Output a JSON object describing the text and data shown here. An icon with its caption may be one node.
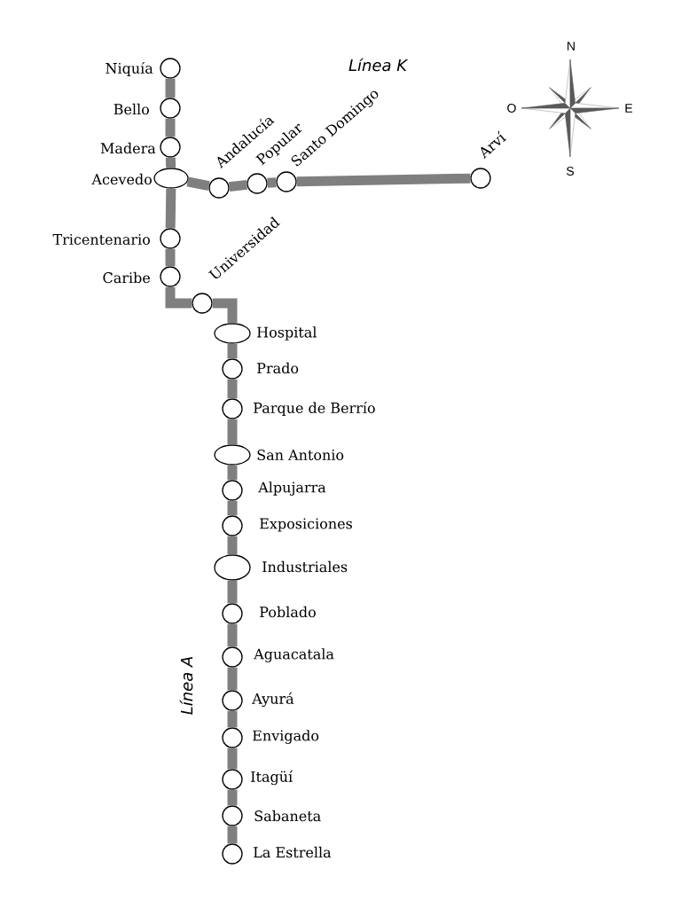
{
  "diagram": {
    "nodes": [
      {
        "text": [],
        "shape": "circle",
        "beside": [
          "Niquía"
        ]
      },
      {
        "text": [],
        "shape": "circle",
        "beside": [
          "Bello"
        ]
      },
      {
        "text": [],
        "shape": "circle",
        "beside": [
          "Madera"
        ]
      },
      {
        "text": [],
        "shape": "ellipse",
        "beside": [
          "Acevedo"
        ]
      },
      {
        "text": [],
        "shape": "circle",
        "beside": [
          "Andalucía"
        ]
      },
      {
        "text": [],
        "shape": "circle",
        "beside": [
          "Popular"
        ]
      },
      {
        "text": [],
        "shape": "circle",
        "beside": [
          "Santo Domingo"
        ]
      },
      {
        "text": [],
        "shape": "circle",
        "beside": [
          "Arví"
        ]
      },
      {
        "text": [],
        "shape": "circle",
        "beside": [
          "Tricentenario"
        ]
      },
      {
        "text": [],
        "shape": "circle",
        "beside": [
          "Caribe"
        ]
      },
      {
        "text": [],
        "shape": "circle",
        "beside": [
          "Universidad"
        ]
      },
      {
        "text": [],
        "shape": "ellipse",
        "beside": [
          "Hospital"
        ]
      },
      {
        "text": [],
        "shape": "circle",
        "beside": [
          "Prado"
        ]
      },
      {
        "text": [],
        "shape": "circle",
        "beside": [
          "Parque de Berrío"
        ]
      },
      {
        "text": [],
        "shape": "ellipse",
        "beside": [
          "San Antonio"
        ]
      },
      {
        "text": [],
        "shape": "circle",
        "beside": [
          "Alpujarra"
        ]
      },
      {
        "text": [],
        "shape": "circle",
        "beside": [
          "Exposiciones"
        ]
      },
      {
        "text": [],
        "shape": "ellipse",
        "beside": [
          "Industriales"
        ]
      },
      {
        "text": [],
        "shape": "circle",
        "beside": [
          "Poblado"
        ]
      },
      {
        "text": [],
        "shape": "circle",
        "beside": [
          "Aguacatala"
        ]
      },
      {
        "text": [],
        "shape": "circle",
        "beside": [
          "Ayurá"
        ]
      },
      {
        "text": [],
        "shape": "circle",
        "beside": [
          "Envigado"
        ]
      },
      {
        "text": [],
        "shape": "circle",
        "beside": [
          "Itagüí"
        ]
      },
      {
        "text": [],
        "shape": "circle",
        "beside": [
          "Sabaneta"
        ]
      },
      {
        "text": [],
        "shape": "circle",
        "beside": [
          "La Estrella"
        ]
      }
    ],
    "edges": [
      {
        "from": 0,
        "to": 1,
        "arrow": "none"
      },
      {
        "from": 1,
        "to": 2,
        "arrow": "none"
      },
      {
        "from": 2,
        "to": 3,
        "arrow": "none"
      },
      {
        "from": 3,
        "to": 4,
        "arrow": "none"
      },
      {
        "from": 4,
        "to": 5,
        "arrow": "none"
      },
      {
        "from": 5,
        "to": 6,
        "arrow": "none"
      },
      {
        "from": 6,
        "to": 7,
        "arrow": "none"
      },
      {
        "from": 3,
        "to": 8,
        "arrow": "none"
      },
      {
        "from": 8,
        "to": 9,
        "arrow": "none"
      },
      {
        "from": 9,
        "to": 10,
        "arrow": "none"
      },
      {
        "from": 10,
        "to": 11,
        "arrow": "none"
      },
      {
        "from": 11,
        "to": 12,
        "arrow": "none"
      },
      {
        "from": 12,
        "to": 13,
        "arrow": "none"
      },
      {
        "from": 13,
        "to": 14,
        "arrow": "none"
      },
      {
        "from": 14,
        "to": 15,
        "arrow": "none"
      },
      {
        "from": 15,
        "to": 16,
        "arrow": "none"
      },
      {
        "from": 16,
        "to": 17,
        "arrow": "none"
      },
      {
        "from": 17,
        "to": 18,
        "arrow": "none"
      },
      {
        "from": 18,
        "to": 19,
        "arrow": "none"
      },
      {
        "from": 19,
        "to": 20,
        "arrow": "none"
      },
      {
        "from": 20,
        "to": 21,
        "arrow": "none"
      },
      {
        "from": 21,
        "to": 22,
        "arrow": "none"
      },
      {
        "from": 22,
        "to": 23,
        "arrow": "none"
      },
      {
        "from": 23,
        "to": 24,
        "arrow": "none"
      }
    ],
    "labels": [
      "Línea K",
      "N",
      "O",
      "E",
      "S",
      "Línea A"
    ]
  }
}
